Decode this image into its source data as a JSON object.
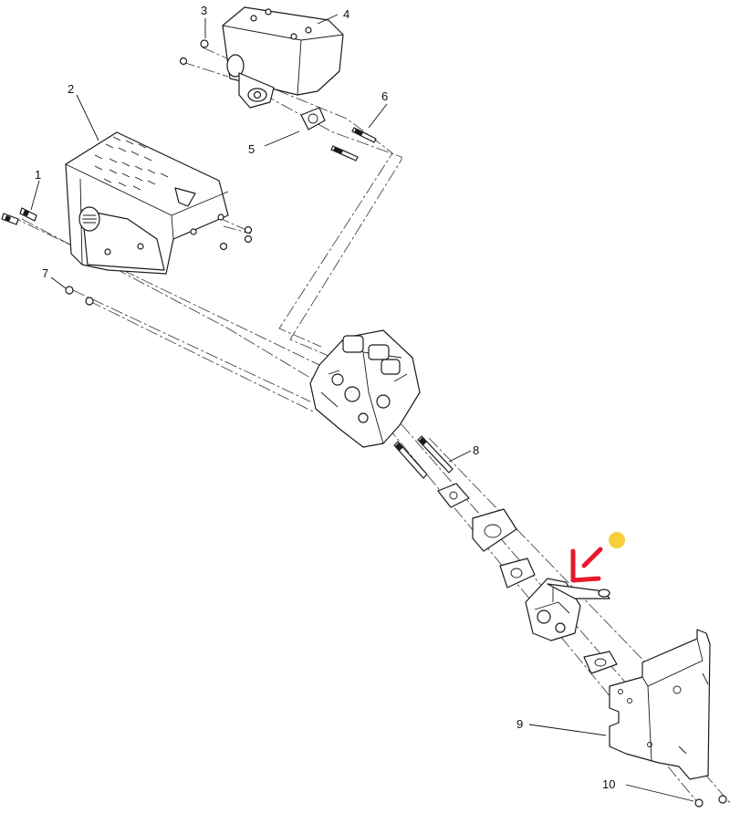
{
  "diagram": {
    "callouts": [
      {
        "id": "1",
        "label": "1"
      },
      {
        "id": "2",
        "label": "2"
      },
      {
        "id": "3",
        "label": "3"
      },
      {
        "id": "4",
        "label": "4"
      },
      {
        "id": "5",
        "label": "5"
      },
      {
        "id": "6",
        "label": "6"
      },
      {
        "id": "7",
        "label": "7"
      },
      {
        "id": "8",
        "label": "8"
      },
      {
        "id": "9",
        "label": "9"
      },
      {
        "id": "10",
        "label": "10"
      }
    ],
    "colors": {
      "line": "#1a1a1a",
      "arrow": "#e8192c",
      "marker": "#f7d038",
      "background": "#ffffff"
    },
    "highlight": {
      "arrow_icon": "red-arrow-icon",
      "marker_icon": "yellow-dot-icon"
    }
  }
}
